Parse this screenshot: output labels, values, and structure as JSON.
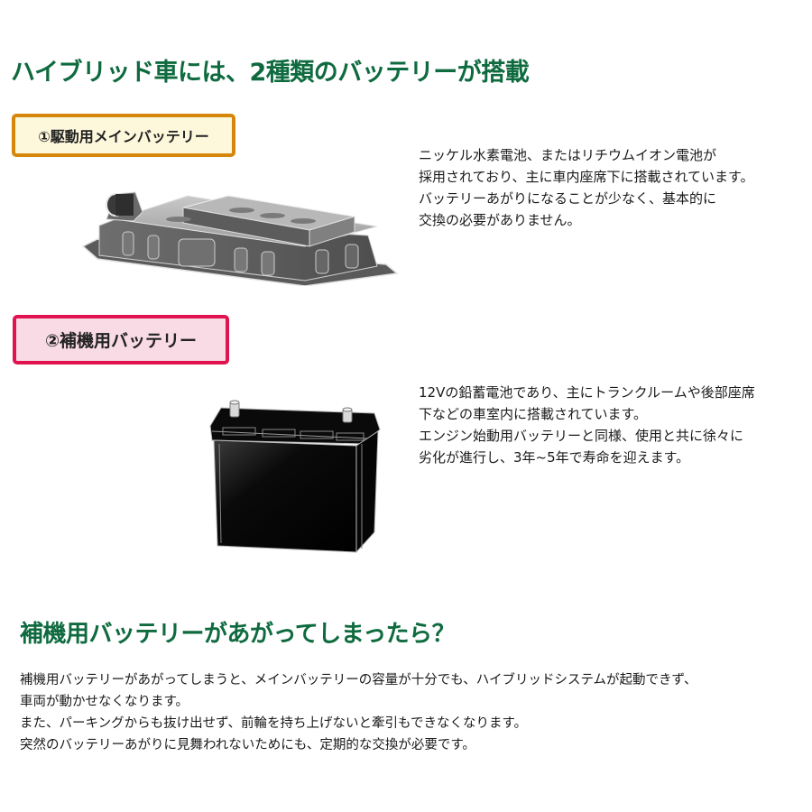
{
  "header": {
    "title": "ハイブリッド車には、2種類のバッテリーが搭載"
  },
  "batteries": [
    {
      "label": "①駆動用メインバッテリー",
      "label_border_color": "#d4870a",
      "label_bg_color": "#fdf8dc",
      "image": "drive-battery-pack-image",
      "description_lines": [
        "ニッケル水素電池、またはリチウムイオン電池が",
        "採用されており、主に車内座席下に搭載されています。",
        "バッテリーあがりになることが少なく、基本的に",
        "交換の必要がありません。"
      ]
    },
    {
      "label": "②補機用バッテリー",
      "label_border_color": "#e0134f",
      "label_bg_color": "#f9dbe6",
      "image": "auxiliary-12v-battery-image",
      "description_lines": [
        "12Vの鉛蓄電池であり、主にトランクルームや後部座席",
        "下などの車室内に搭載されています。",
        "エンジン始動用バッテリーと同様、使用と共に徐々に",
        "劣化が進行し、3年~5年で寿命を迎えます。"
      ]
    }
  ],
  "section": {
    "title": "補機用バッテリーがあがってしまったら？",
    "body_lines": [
      "補機用バッテリーがあがってしまうと、メインバッテリーの容量が十分でも、ハイブリッドシステムが起動できず、",
      "車両が動かせなくなります。",
      "また、パーキングからも抜け出せず、前輪を持ち上げないと牽引もできなくなります。",
      "突然のバッテリーあがりに見舞われないためにも、定期的な交換が必要です。"
    ]
  },
  "colors": {
    "heading_green": "#0f6b3f"
  }
}
